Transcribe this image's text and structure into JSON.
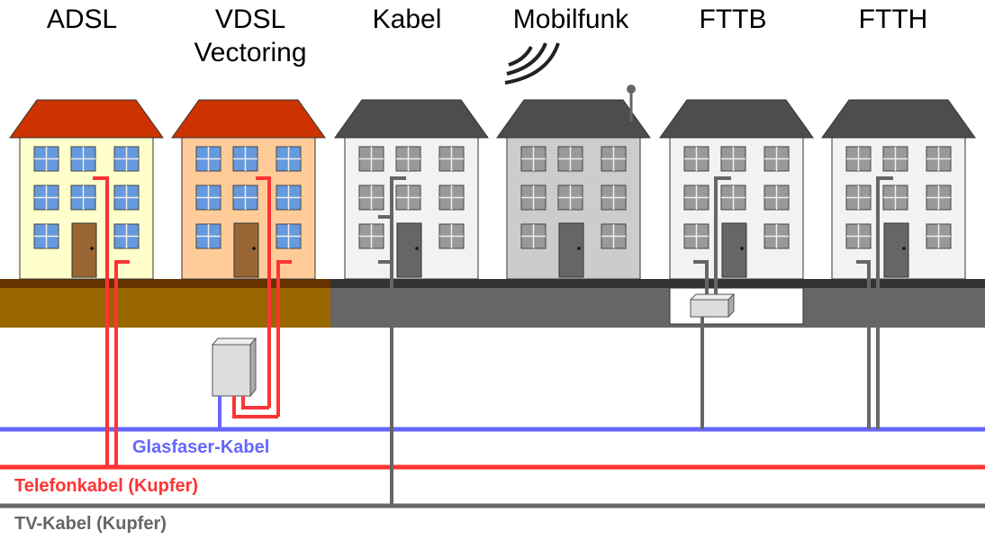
{
  "titles": {
    "adsl": "ADSL",
    "vdsl_line1": "VDSL",
    "vdsl_line2": "Vectoring",
    "kabel": "Kabel",
    "mobilfunk": "Mobilfunk",
    "fttb": "FTTB",
    "ftth": "FTTH"
  },
  "legend": {
    "fiber": "Glasfaser-Kabel",
    "phone": "Telefonkabel (Kupfer)",
    "tv": "TV-Kabel (Kupfer)"
  },
  "colors": {
    "fiber": "#6666ff",
    "phone": "#ff3333",
    "tv": "#666666",
    "adsl_wall": "#ffffcc",
    "vdsl_wall": "#ffcc99",
    "red_roof": "#cc3300",
    "dark_roof": "#4d4d4d",
    "soil": "#996600",
    "street": "#666666"
  }
}
